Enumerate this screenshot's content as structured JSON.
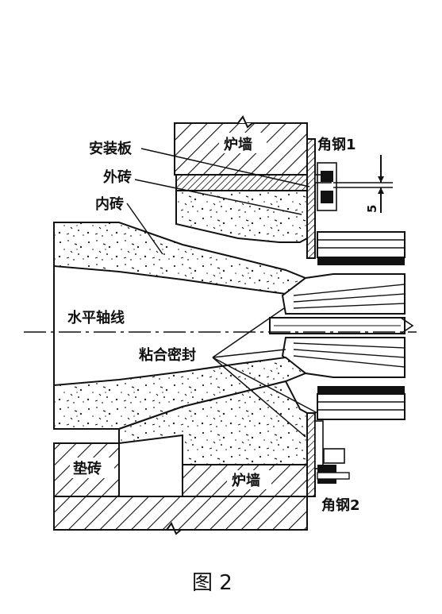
{
  "labels": {
    "furnace_wall_top": "炉墙",
    "furnace_wall_bottom": "炉墙",
    "angle_steel_1": "角钢1",
    "angle_steel_2": "角钢2",
    "mounting_plate": "安装板",
    "outer_brick": "外砖",
    "inner_brick": "内砖",
    "horizontal_axis": "水平轴线",
    "adhesive_seal": "粘合密封",
    "pad_brick": "垫砖",
    "gap_dimension": "5"
  },
  "caption": "图 2",
  "colors": {
    "ink": "#111111",
    "paper": "#ffffff"
  }
}
